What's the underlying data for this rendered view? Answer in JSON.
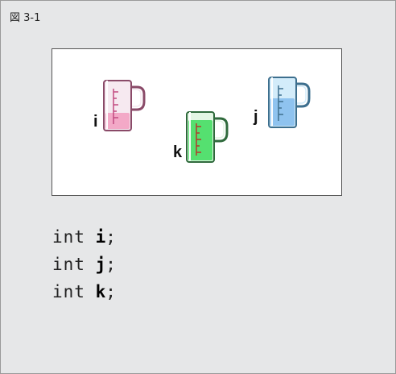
{
  "figure": {
    "label": "図 3-1"
  },
  "variables": [
    {
      "name": "i",
      "liquid": "#f3a9c7",
      "glass": "#f6e9f0",
      "outline": "#8a4a68"
    },
    {
      "name": "j",
      "liquid": "#8fc3ef",
      "glass": "#d3ecfa",
      "outline": "#3d6f8e"
    },
    {
      "name": "k",
      "liquid": "#55e070",
      "glass": "#e3f6e4",
      "outline": "#2f6a3c"
    }
  ],
  "code": [
    {
      "keyword": "int",
      "ident": "i",
      "end": ";"
    },
    {
      "keyword": "int",
      "ident": "j",
      "end": ";"
    },
    {
      "keyword": "int",
      "ident": "k",
      "end": ";"
    }
  ]
}
